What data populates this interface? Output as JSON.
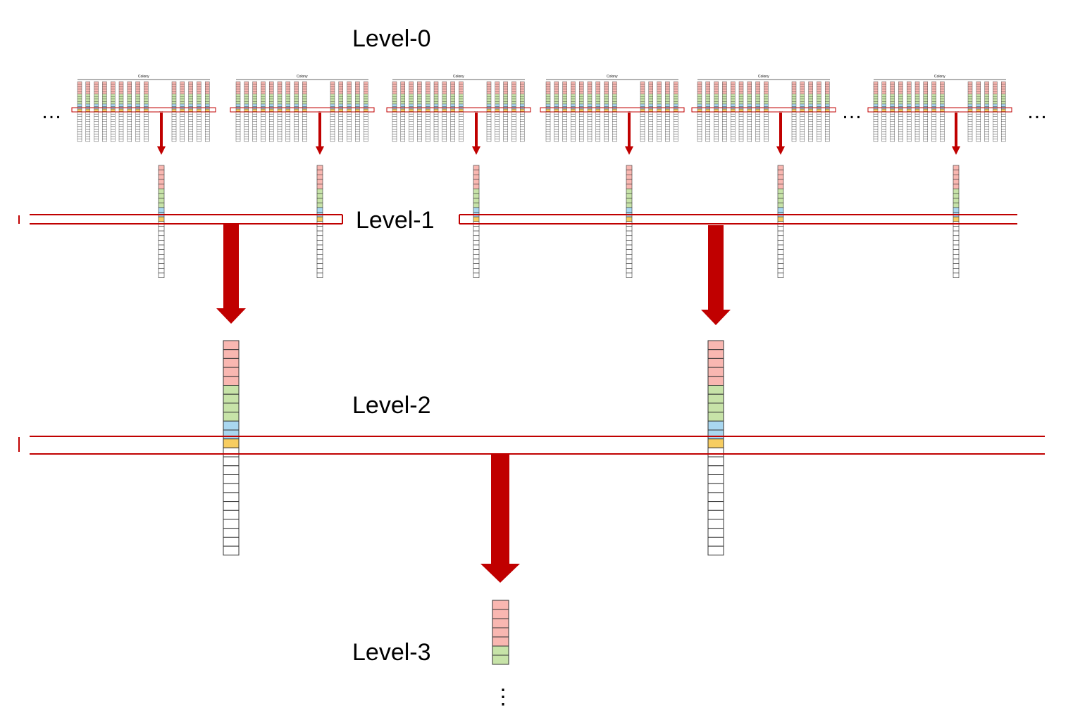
{
  "levels": [
    {
      "label": "Level-0"
    },
    {
      "label": "Level-1"
    },
    {
      "label": "Level-2"
    },
    {
      "label": "Level-3"
    }
  ],
  "colony_label": "Colony",
  "ellipsis": "…",
  "vertical_ellipsis": "⋮",
  "mini_ellipsis": "...",
  "colors": {
    "red_cell": "#f9b7b1",
    "green_cell": "#c7e3a8",
    "blue_cell": "#a9d7f0",
    "orange_cell": "#f7cd61",
    "empty_cell": "#ffffff",
    "outline": "#555555",
    "accent_red": "#c00000"
  }
}
